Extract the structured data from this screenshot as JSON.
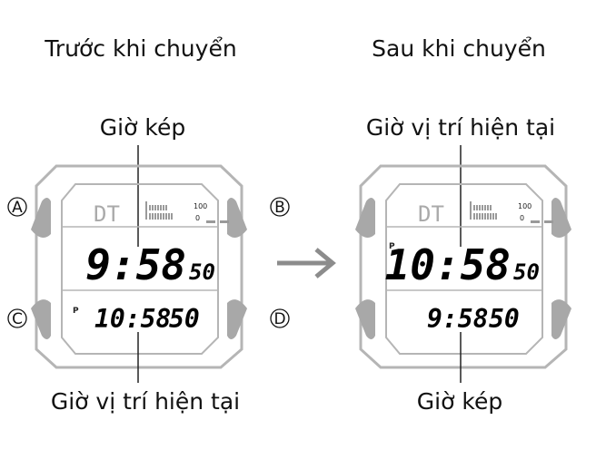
{
  "before": {
    "heading": "Trước khi chuyển",
    "top_label": "Giờ kép",
    "bottom_label": "Giờ vị trí hiện tại",
    "mode": "DT",
    "scale_top": "100",
    "scale_bottom": "0",
    "main_time": "9:58",
    "main_seconds": "50",
    "pm_indicator": "P",
    "sub_time": "10:58",
    "sub_seconds": "50"
  },
  "after": {
    "heading": "Sau khi chuyển",
    "top_label": "Giờ vị trí hiện tại",
    "bottom_label": "Giờ kép",
    "mode": "DT",
    "scale_top": "100",
    "scale_bottom": "0",
    "pm_indicator": "P",
    "main_time": "10:58",
    "main_seconds": "50",
    "sub_time": "9:58",
    "sub_seconds": "50"
  },
  "buttons": {
    "a": "A",
    "b": "B",
    "c": "C",
    "d": "D"
  },
  "colors": {
    "watch_outline": "#b5b5b5",
    "button_fill": "#a8a8a8",
    "arrow": "#8c8c8c"
  }
}
